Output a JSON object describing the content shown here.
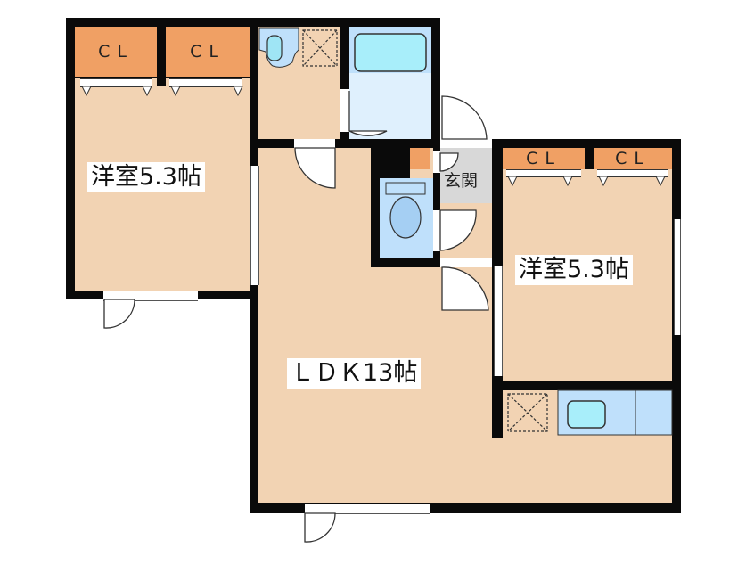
{
  "floorplan": {
    "rooms": [
      {
        "id": "western-room-left",
        "label": "洋室5.3帖"
      },
      {
        "id": "western-room-right",
        "label": "洋室5.3帖"
      },
      {
        "id": "ldk",
        "label": "ＬＤＫ13帖"
      },
      {
        "id": "entrance",
        "label": "玄関"
      }
    ],
    "closets": [
      {
        "label": "CL"
      },
      {
        "label": "CL"
      },
      {
        "label": "CL"
      },
      {
        "label": "CL"
      }
    ],
    "fixtures": [
      {
        "name": "toilet-washroom"
      },
      {
        "name": "bathtub"
      },
      {
        "name": "toilet"
      },
      {
        "name": "washing-machine-space"
      },
      {
        "name": "refrigerator-space"
      },
      {
        "name": "kitchen-sink"
      },
      {
        "name": "stove"
      }
    ],
    "colors": {
      "wall": "#0a0a0a",
      "floor": "#f2d3b3",
      "closet": "#f0a064",
      "wet_area": "#bfe0fb",
      "entrance": "#d8d8d8"
    }
  }
}
